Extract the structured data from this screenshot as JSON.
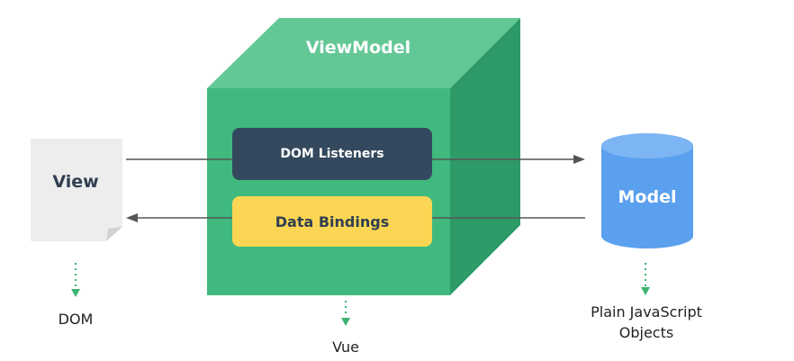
{
  "viewmodel": {
    "title": "ViewModel",
    "dom_listeners": "DOM Listeners",
    "data_bindings": "Data Bindings",
    "caption": "Vue"
  },
  "view": {
    "label": "View",
    "caption": "DOM"
  },
  "model": {
    "label": "Model",
    "caption_line1": "Plain JavaScript",
    "caption_line2": "Objects"
  },
  "colors": {
    "cube_front": "#40b97e",
    "cube_top": "#64c896",
    "cube_side": "#2e9a68",
    "dom_listeners_bg": "#34495e",
    "data_bindings_bg": "#fbd654",
    "model_body": "#5aa0ef",
    "model_top": "#7db5f4",
    "view_doc": "#ededed",
    "arrow": "#555555",
    "dotted_arrow": "#3cb371"
  }
}
